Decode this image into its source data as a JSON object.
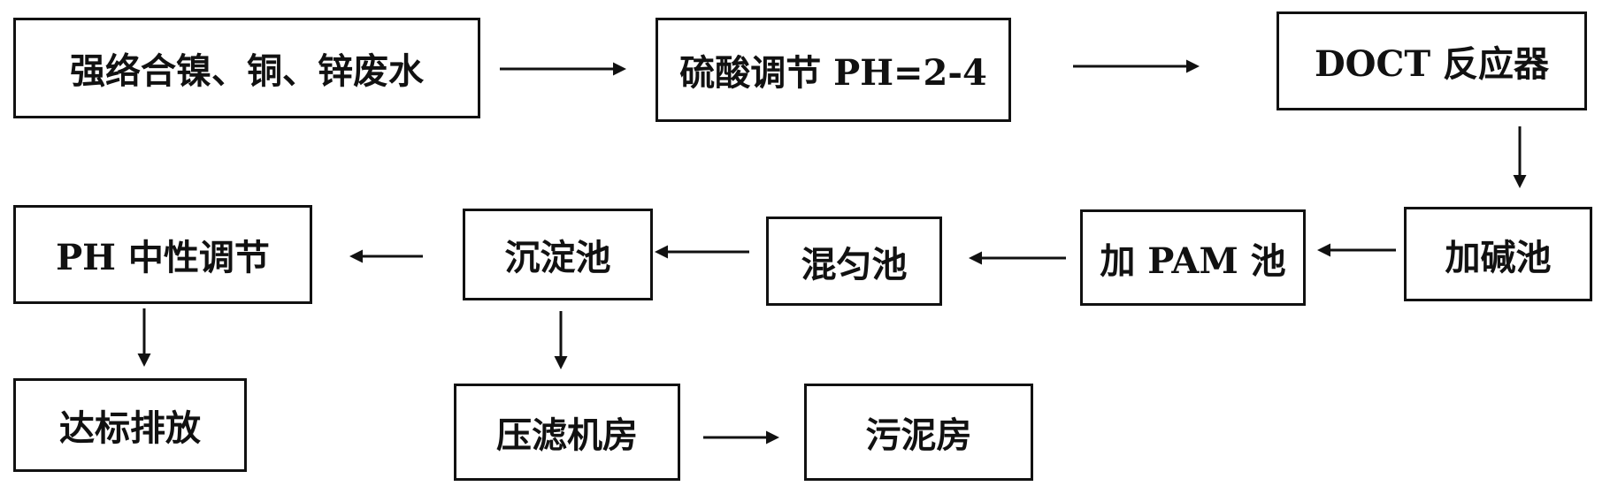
{
  "diagram": {
    "nodes": [
      {
        "id": "wastewater",
        "label": "强络合镍、铜、锌废水"
      },
      {
        "id": "acid-ph",
        "label": "硫酸调节 PH=2-4"
      },
      {
        "id": "doct",
        "label": "DOCT 反应器"
      },
      {
        "id": "alkali-tank",
        "label": "加碱池"
      },
      {
        "id": "pam-tank",
        "label": "加 PAM 池"
      },
      {
        "id": "mixing-tank",
        "label": "混匀池"
      },
      {
        "id": "settling-tank",
        "label": "沉淀池"
      },
      {
        "id": "neutral-ph",
        "label": "PH 中性调节"
      },
      {
        "id": "discharge",
        "label": "达标排放"
      },
      {
        "id": "filter-press",
        "label": "压滤机房"
      },
      {
        "id": "sludge-room",
        "label": "污泥房"
      }
    ],
    "edges": [
      {
        "from": "wastewater",
        "to": "acid-ph"
      },
      {
        "from": "acid-ph",
        "to": "doct"
      },
      {
        "from": "doct",
        "to": "alkali-tank"
      },
      {
        "from": "alkali-tank",
        "to": "pam-tank"
      },
      {
        "from": "pam-tank",
        "to": "mixing-tank"
      },
      {
        "from": "mixing-tank",
        "to": "settling-tank"
      },
      {
        "from": "settling-tank",
        "to": "neutral-ph"
      },
      {
        "from": "neutral-ph",
        "to": "discharge"
      },
      {
        "from": "settling-tank",
        "to": "filter-press"
      },
      {
        "from": "filter-press",
        "to": "sludge-room"
      }
    ]
  }
}
